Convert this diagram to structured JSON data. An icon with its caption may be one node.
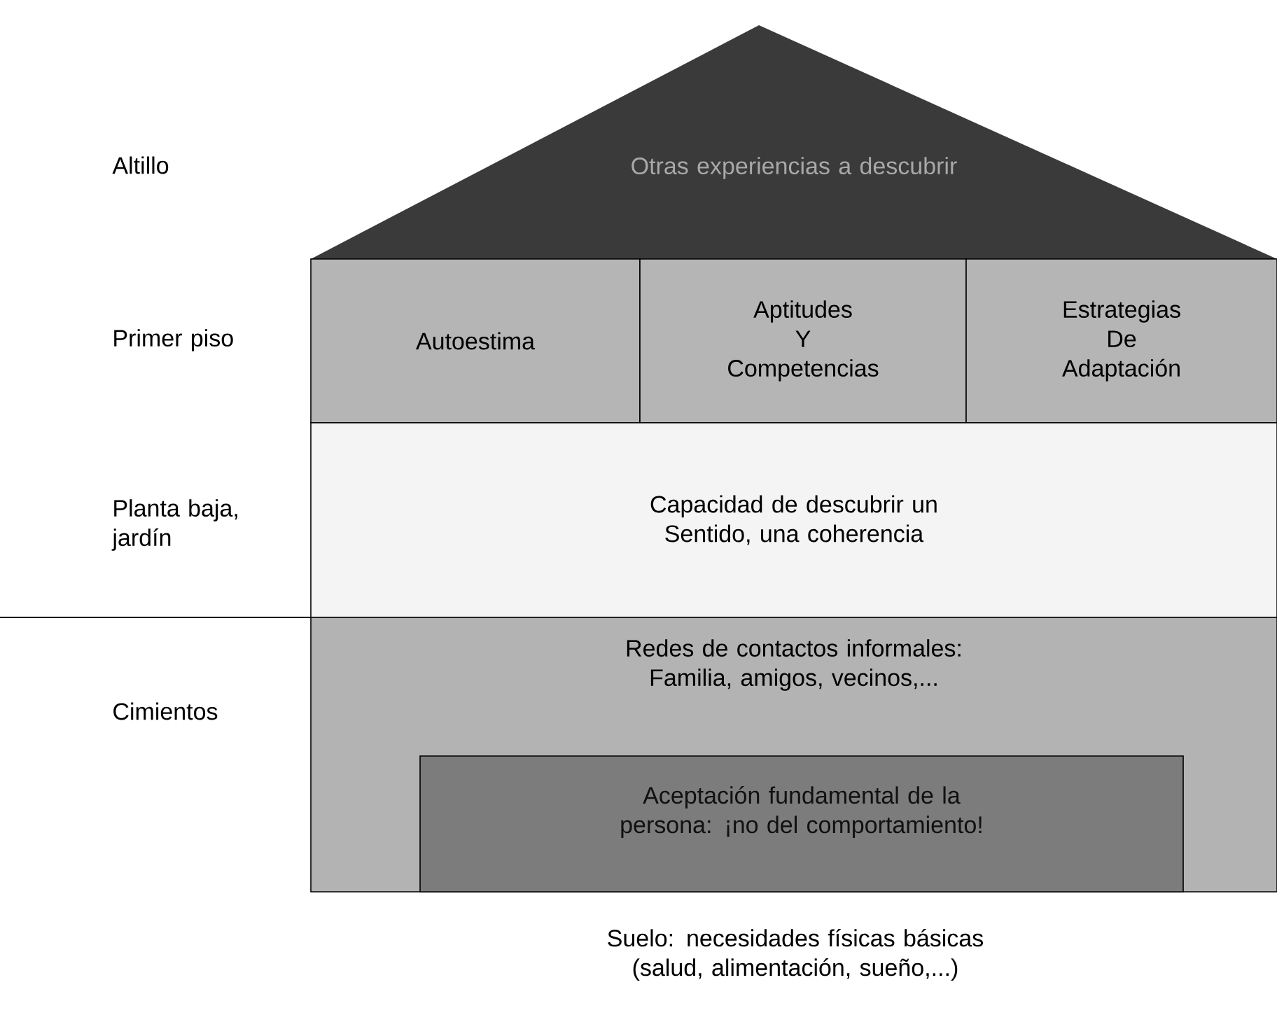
{
  "diagram": {
    "nodes": [
      {
        "text": [
          "Otras experiencias a descubrir"
        ]
      },
      {
        "text": [
          "Autoestima"
        ]
      },
      {
        "text": [
          "Aptitudes Y Competencias"
        ]
      },
      {
        "text": [
          "Estrategias De Adaptación"
        ]
      },
      {
        "text": [
          "Capacidad de descubrir un Sentido, una coherencia"
        ]
      },
      {
        "text": [
          "Redes de contactos informales: Familia, amigos, vecinos,..."
        ]
      },
      {
        "text": [
          "Aceptación fundamental de la persona: ¡no del comportamiento!"
        ],
        "in": 5
      }
    ],
    "labels": [
      "Altillo",
      "Primer piso",
      "Planta baja, jardín",
      "Cimientos",
      "Suelo: necesidades físicas básicas (salud, alimentación, sueño,...)"
    ]
  }
}
